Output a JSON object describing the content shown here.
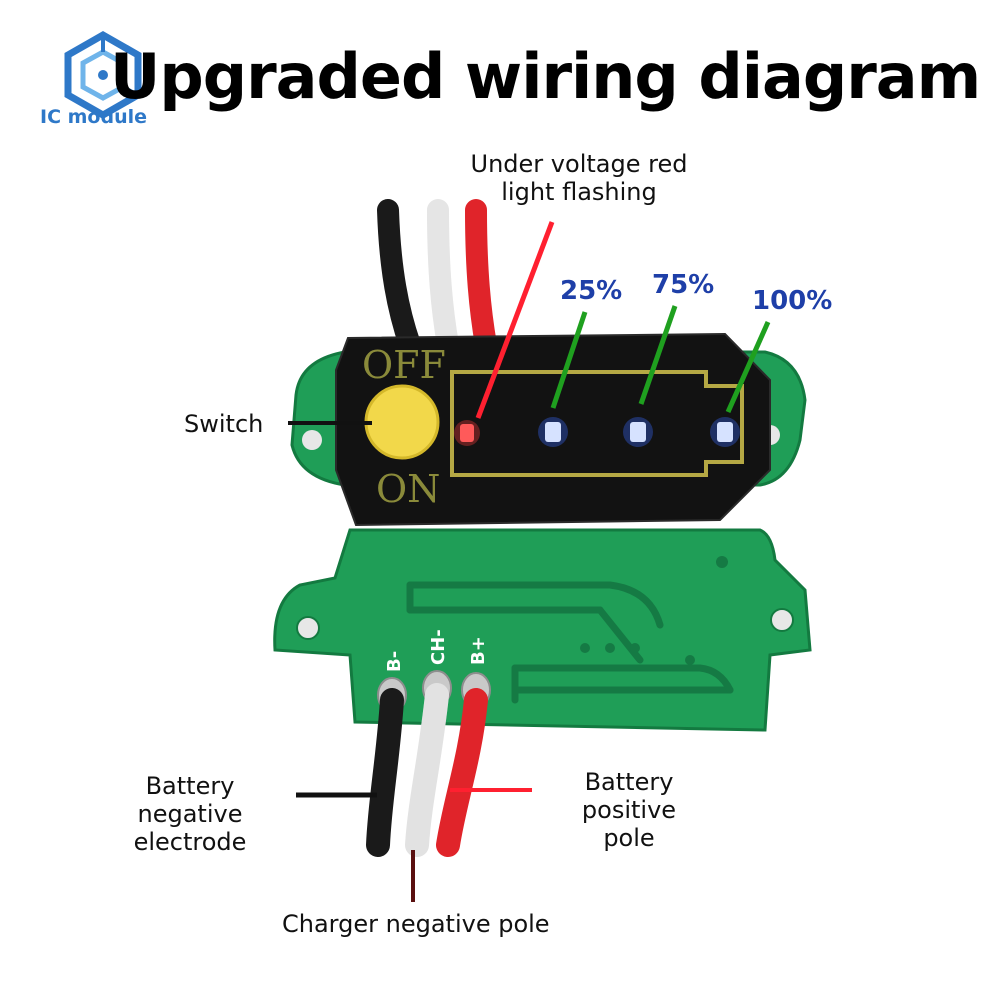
{
  "title": "Upgraded wiring diagram",
  "brand": {
    "name": "IC module",
    "icon": "hexagon-circuit-logo-icon",
    "color": "#2e78c8"
  },
  "board": {
    "switch_off_text": "OFF",
    "switch_on_text": "ON",
    "pins": [
      "B-",
      "CH-",
      "B+"
    ],
    "board_color": "#1f9e57",
    "cover_color": "#121212"
  },
  "indicators": [
    {
      "label": "25%",
      "color": "#3a6bff"
    },
    {
      "label": "75%",
      "color": "#3a6bff"
    },
    {
      "label": "100%",
      "color": "#3a6bff"
    }
  ],
  "callouts": {
    "under_voltage": "Under voltage red\nlight flashing",
    "switch": "Switch",
    "battery_negative": "Battery negative\nelectrode",
    "battery_positive": "Battery positive\npole",
    "charger_negative": "Charger negative pole"
  },
  "colors": {
    "red_led": "#ff3b3b",
    "red_leader": "#ff2030",
    "green_leader": "#1fa01f",
    "wire_black": "#1a1a1a",
    "wire_white": "#f4f4f4",
    "wire_red": "#e0242a"
  }
}
